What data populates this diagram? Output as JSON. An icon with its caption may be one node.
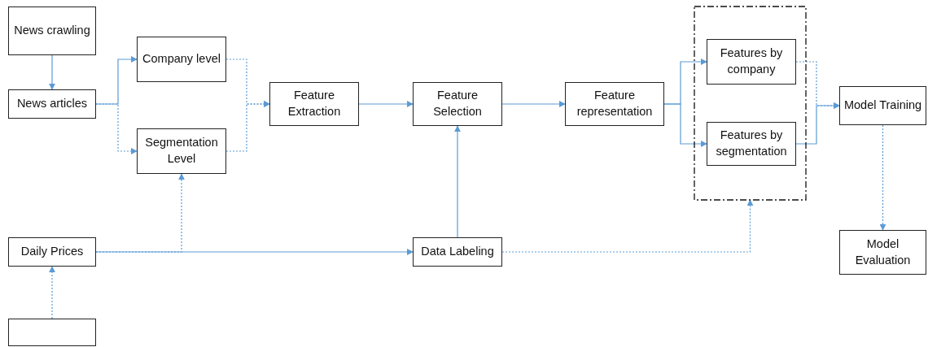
{
  "diagram": {
    "nodes": [
      {
        "text": [
          "News crawling"
        ]
      },
      {
        "text": [
          "Company level"
        ]
      },
      {
        "text": [
          "News articles"
        ]
      },
      {
        "text": [
          "Segmentation Level"
        ]
      },
      {
        "text": [
          "Feature Extraction"
        ]
      },
      {
        "text": [
          "Feature Selection"
        ]
      },
      {
        "text": [
          "Feature representation"
        ]
      },
      {
        "text": [],
        "shape": "box"
      },
      {
        "text": [
          "Features by company"
        ],
        "in": 7
      },
      {
        "text": [
          "Features by segmentation"
        ],
        "in": 7
      },
      {
        "text": [
          "Model Training"
        ]
      },
      {
        "text": [
          "Model Evaluation"
        ]
      },
      {
        "text": [
          "Daily Prices"
        ]
      },
      {
        "text": [
          "Data Labeling"
        ]
      },
      {
        "text": [],
        "shape": "box"
      }
    ],
    "edges": [
      {
        "from": 0,
        "to": 2,
        "arrow": "to"
      },
      {
        "from": 2,
        "to": 1,
        "arrow": "to"
      },
      {
        "from": 2,
        "to": 3,
        "arrow": "to",
        "style": "dashed"
      },
      {
        "from": 1,
        "to": 4,
        "arrow": "to",
        "style": "dashed"
      },
      {
        "from": 3,
        "to": 4,
        "arrow": "to",
        "style": "dashed"
      },
      {
        "from": 4,
        "to": 5,
        "arrow": "to"
      },
      {
        "from": 5,
        "to": 6,
        "arrow": "to"
      },
      {
        "from": 6,
        "to": 8,
        "arrow": "to"
      },
      {
        "from": 6,
        "to": 9,
        "arrow": "to"
      },
      {
        "from": 8,
        "to": 10,
        "arrow": "to",
        "style": "dashed"
      },
      {
        "from": 9,
        "to": 10,
        "arrow": "to"
      },
      {
        "from": 10,
        "to": 11,
        "arrow": "to",
        "style": "dashed"
      },
      {
        "from": 12,
        "to": 3,
        "arrow": "to",
        "style": "dashed"
      },
      {
        "from": 12,
        "to": 13,
        "arrow": "to"
      },
      {
        "from": 13,
        "to": 5,
        "arrow": "to"
      },
      {
        "from": 13,
        "to": 7,
        "arrow": "to",
        "style": "dashed"
      },
      {
        "from": 14,
        "to": 12,
        "arrow": "to",
        "style": "dashed"
      }
    ]
  }
}
